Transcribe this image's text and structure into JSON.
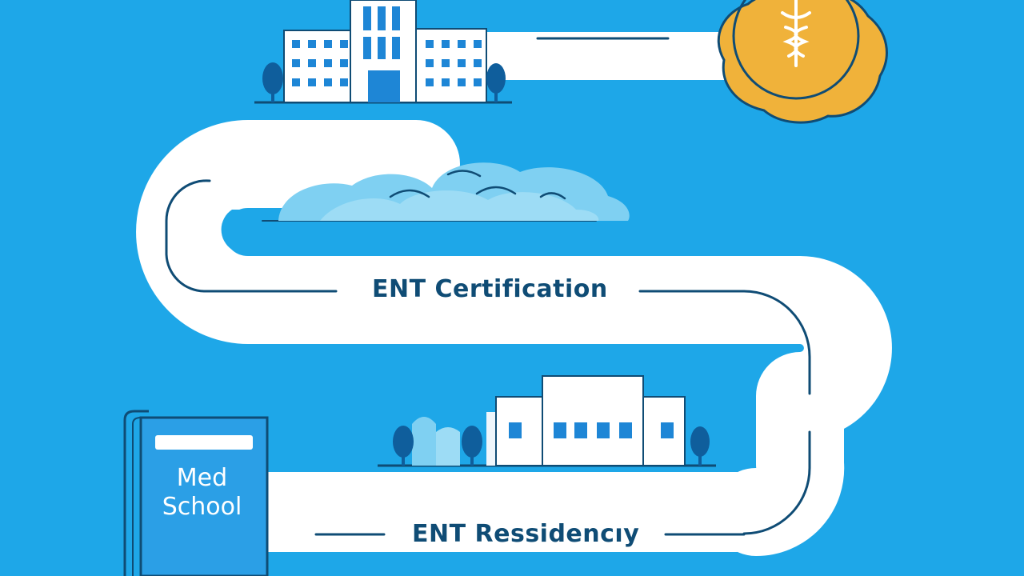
{
  "labels": {
    "certification": "ENT Certification",
    "residency": "ENT Ressidencıy",
    "book_line1": "Med",
    "book_line2": "School"
  },
  "icons": {
    "top_building": "hospital-building-icon",
    "seal": "caduceus-seal-icon",
    "clouds": "cloud-icon",
    "residency_building": "clinic-building-icon",
    "book": "med-school-book-icon"
  },
  "colors": {
    "background": "#1ea7e8",
    "path": "#ffffff",
    "outline": "#0f4c75",
    "seal": "#f0b23a",
    "cloud": "#7fd0f2"
  }
}
